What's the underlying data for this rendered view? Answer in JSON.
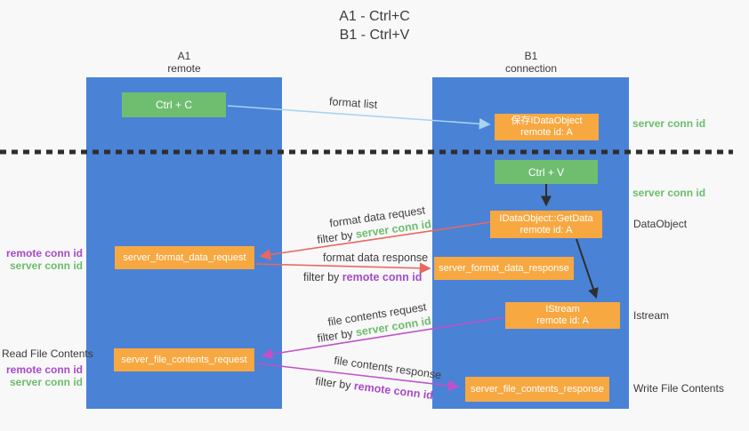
{
  "title": {
    "line1": "A1 - Ctrl+C",
    "line2": "B1 - Ctrl+V"
  },
  "columns": {
    "left": {
      "name": "A1",
      "subtitle": "remote"
    },
    "right": {
      "name": "B1",
      "subtitle": "connection"
    }
  },
  "nodes": {
    "ctrl_c": {
      "label": "Ctrl + C"
    },
    "ctrl_v": {
      "label": "Ctrl + V"
    },
    "save_dataobject": {
      "line1": "保存IDataObject",
      "line2": "remote id: A"
    },
    "getdata": {
      "line1": "IDataObject::GetData",
      "line2": "remote id: A"
    },
    "istream": {
      "line1": "IStream",
      "line2": "remote id: A"
    },
    "format_request": {
      "label": "server_format_data_request"
    },
    "format_response": {
      "label": "server_format_data_response"
    },
    "file_request": {
      "label": "server_file_contents_request"
    },
    "file_response": {
      "label": "server_file_contents_response"
    }
  },
  "arrow_labels": {
    "format_list": "format list",
    "format_request": "format data request",
    "filter_server_format": {
      "prefix": "filter by",
      "keyword": "server conn id"
    },
    "format_response": "format data response",
    "filter_remote_format": {
      "prefix": "filter by",
      "keyword": "remote conn id"
    },
    "file_request": "file contents request",
    "filter_server_file": {
      "prefix": "filter by",
      "keyword": "server conn id"
    },
    "file_response": "file contents response",
    "filter_remote_file": {
      "prefix": "filter by",
      "keyword": "remote conn id"
    }
  },
  "side_labels": {
    "server_conn_id_top": "server conn id",
    "server_conn_id_mid": "server conn id",
    "dataobject": "DataObject",
    "istream": "Istream",
    "write_file_contents": "Write File Contents",
    "read_file_contents": "Read File Contents",
    "format_remote_conn_id": "remote conn id",
    "format_server_conn_id": "server conn id",
    "file_remote_conn_id": "remote conn id",
    "file_server_conn_id": "server conn id"
  },
  "colors": {
    "column_blue": "#4a82d6",
    "box_green": "#6fbe70",
    "box_orange": "#f7a841",
    "arrow_light_blue": "#a9d3ee",
    "arrow_red": "#e8685f",
    "arrow_magenta": "#bf52c8",
    "arrow_black": "#2f2f2f",
    "text_green": "#6cbd6c",
    "text_purple": "#a64ac8"
  }
}
